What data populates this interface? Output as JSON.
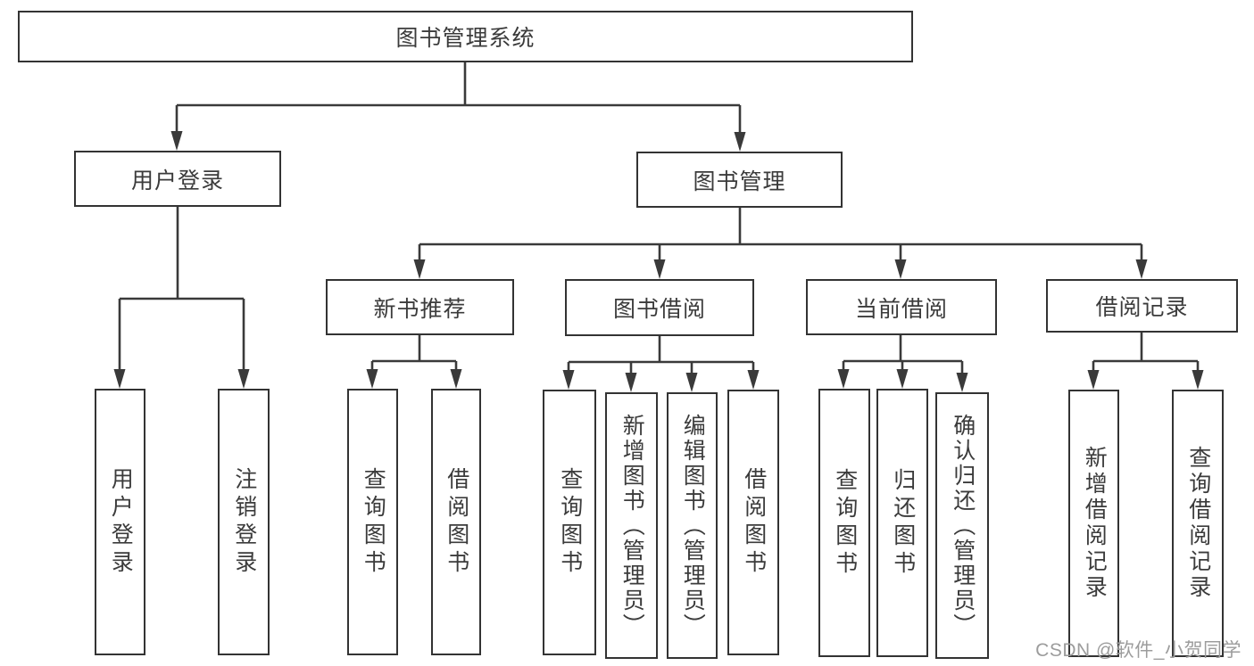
{
  "page": {
    "background_color": "#ffffff",
    "line_color": "#3a3a3a",
    "box_border_color": "#333333",
    "text_color": "#3b3b3b",
    "watermark_color": "#9c9c9c"
  },
  "watermark": "CSDN @软件_小贺同学",
  "nodes": {
    "root": "图书管理系统",
    "user_login": "用户登录",
    "book_mgmt": "图书管理",
    "ul_login": "用户登录",
    "ul_logout": "注销登录",
    "new_book_rec": "新书推荐",
    "book_borrow": "图书借阅",
    "current_borrow": "当前借阅",
    "borrow_record": "借阅记录",
    "nbr_query": "查询图书",
    "nbr_borrow": "借阅图书",
    "bb_query": "查询图书",
    "bb_add": "新增图书（管理员）",
    "bb_edit": "编辑图书（管理员）",
    "bb_borrow": "借阅图书",
    "cb_query": "查询图书",
    "cb_return": "归还图书",
    "cb_confirm": "确认归还（管理员）",
    "br_add": "新增借阅记录",
    "br_query": "查询借阅记录"
  }
}
